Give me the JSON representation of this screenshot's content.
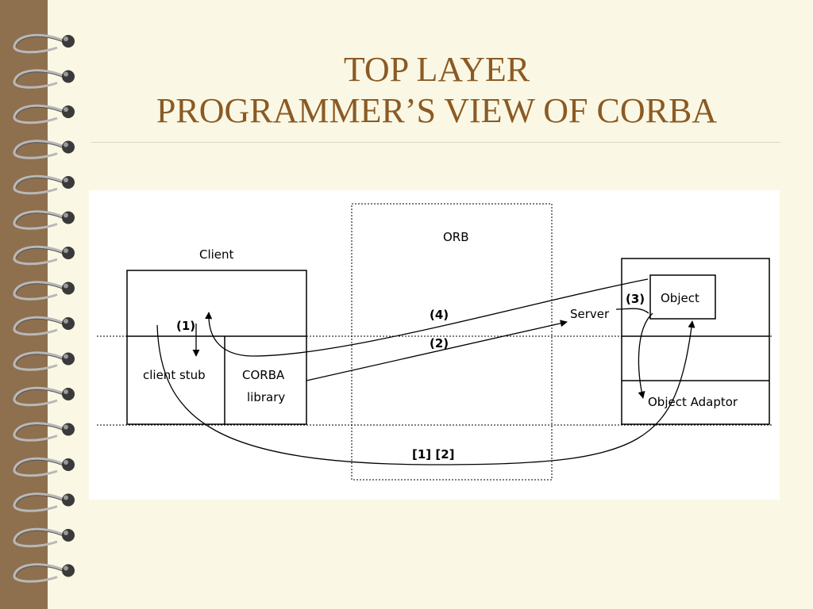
{
  "title": {
    "line1": "TOP LAYER",
    "line2": "PROGRAMMER’S VIEW OF CORBA"
  },
  "diagram": {
    "client_label": "Client",
    "orb_label": "ORB",
    "client_stub": "client stub",
    "corba_library_line1": "CORBA",
    "corba_library_line2": "library",
    "server_label": "Server",
    "object_label": "Object",
    "object_adaptor": "Object Adaptor",
    "step1": "(1)",
    "step2": "(2)",
    "step3": "(3)",
    "step4": "(4)",
    "bracket_steps": "[1]  [2]"
  },
  "colors": {
    "background": "#faf8e4",
    "binding": "#8e6f4e",
    "title": "#8b5a24"
  }
}
